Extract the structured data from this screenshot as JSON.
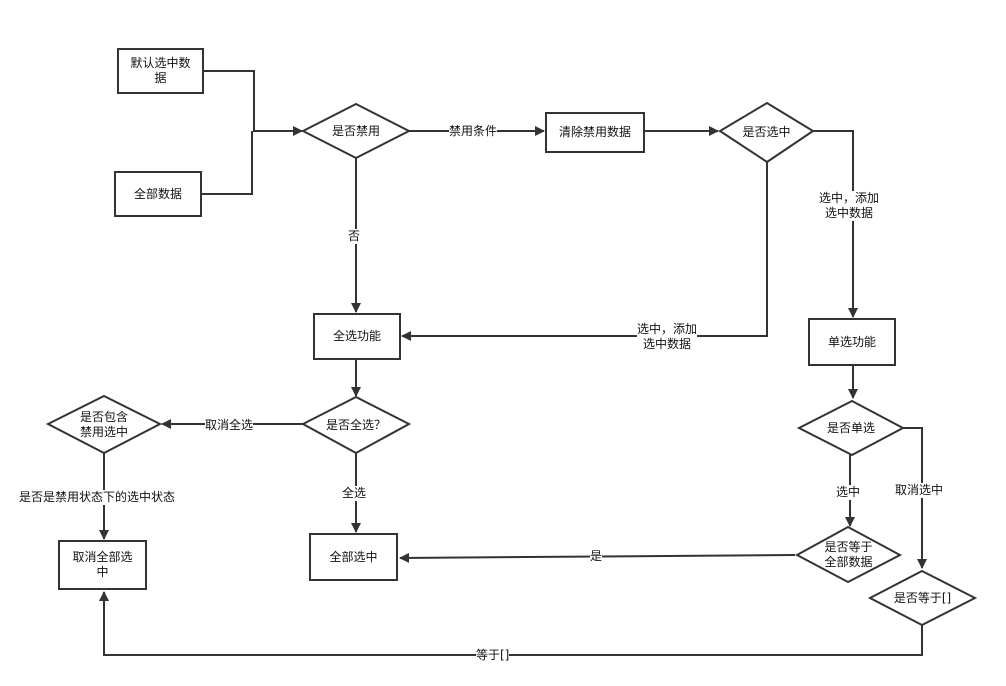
{
  "nodes": {
    "default_selected": "默认选中数\n据",
    "all_data": "全部数据",
    "is_disabled": "是否禁用",
    "clear_disabled": "清除禁用数据",
    "is_selected": "是否选中",
    "select_all_func": "全选功能",
    "single_select_func": "单选功能",
    "is_select_all": "是否全选？",
    "contains_disabled_selected": "是否包含\n禁用选中",
    "cancel_all_selected": "取消全部选\n中",
    "all_selected": "全部选中",
    "is_single_select": "是否单选",
    "equals_all_data": "是否等于\n全部数据",
    "equals_empty": "是否等于[]"
  },
  "edge_labels": {
    "disable_condition": "禁用条件",
    "no": "否",
    "selected_add_right": "选中，添加\n选中数据",
    "selected_add_left": "选中，添加\n选中数据",
    "cancel_select_all": "取消全选",
    "disabled_state_question": "是否是禁用状态下的选中状态",
    "select_all": "全选",
    "yes": "是",
    "select": "选中",
    "cancel_select": "取消选中",
    "equals_empty": "等于[]"
  },
  "colors": {
    "stroke": "#333333",
    "text": "#111111",
    "background": "#ffffff"
  }
}
